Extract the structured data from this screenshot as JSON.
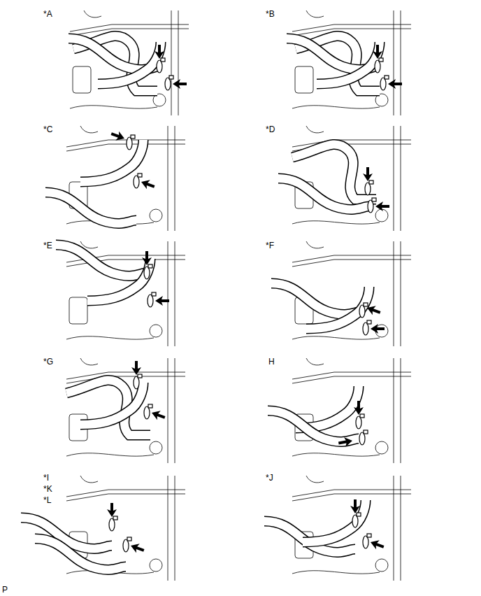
{
  "diagram": {
    "labels": [
      "*A",
      "*B",
      "*C",
      "*D",
      "*E",
      "*F",
      "*G",
      "H",
      "*I",
      "*K",
      "*L",
      "*J",
      "P"
    ]
  }
}
